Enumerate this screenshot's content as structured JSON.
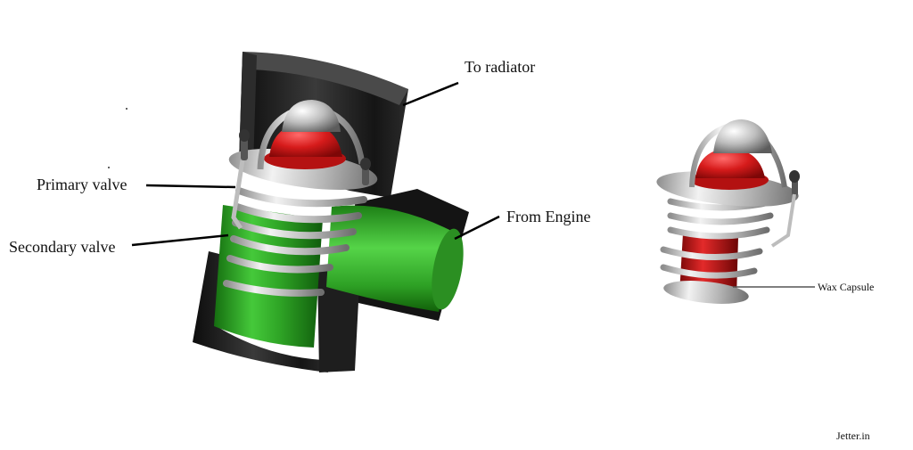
{
  "labels": {
    "to_radiator": "To radiator",
    "from_engine": "From Engine",
    "primary_valve": "Primary valve",
    "secondary_valve": "Secondary valve",
    "wax_capsule": "Wax Capsule"
  },
  "watermark": "Jetter.in",
  "colors": {
    "housing": "#1c1c1c",
    "pipe_green": "#33b52a",
    "valve_red": "#d41f1f",
    "steel": "#c8c8c8"
  }
}
